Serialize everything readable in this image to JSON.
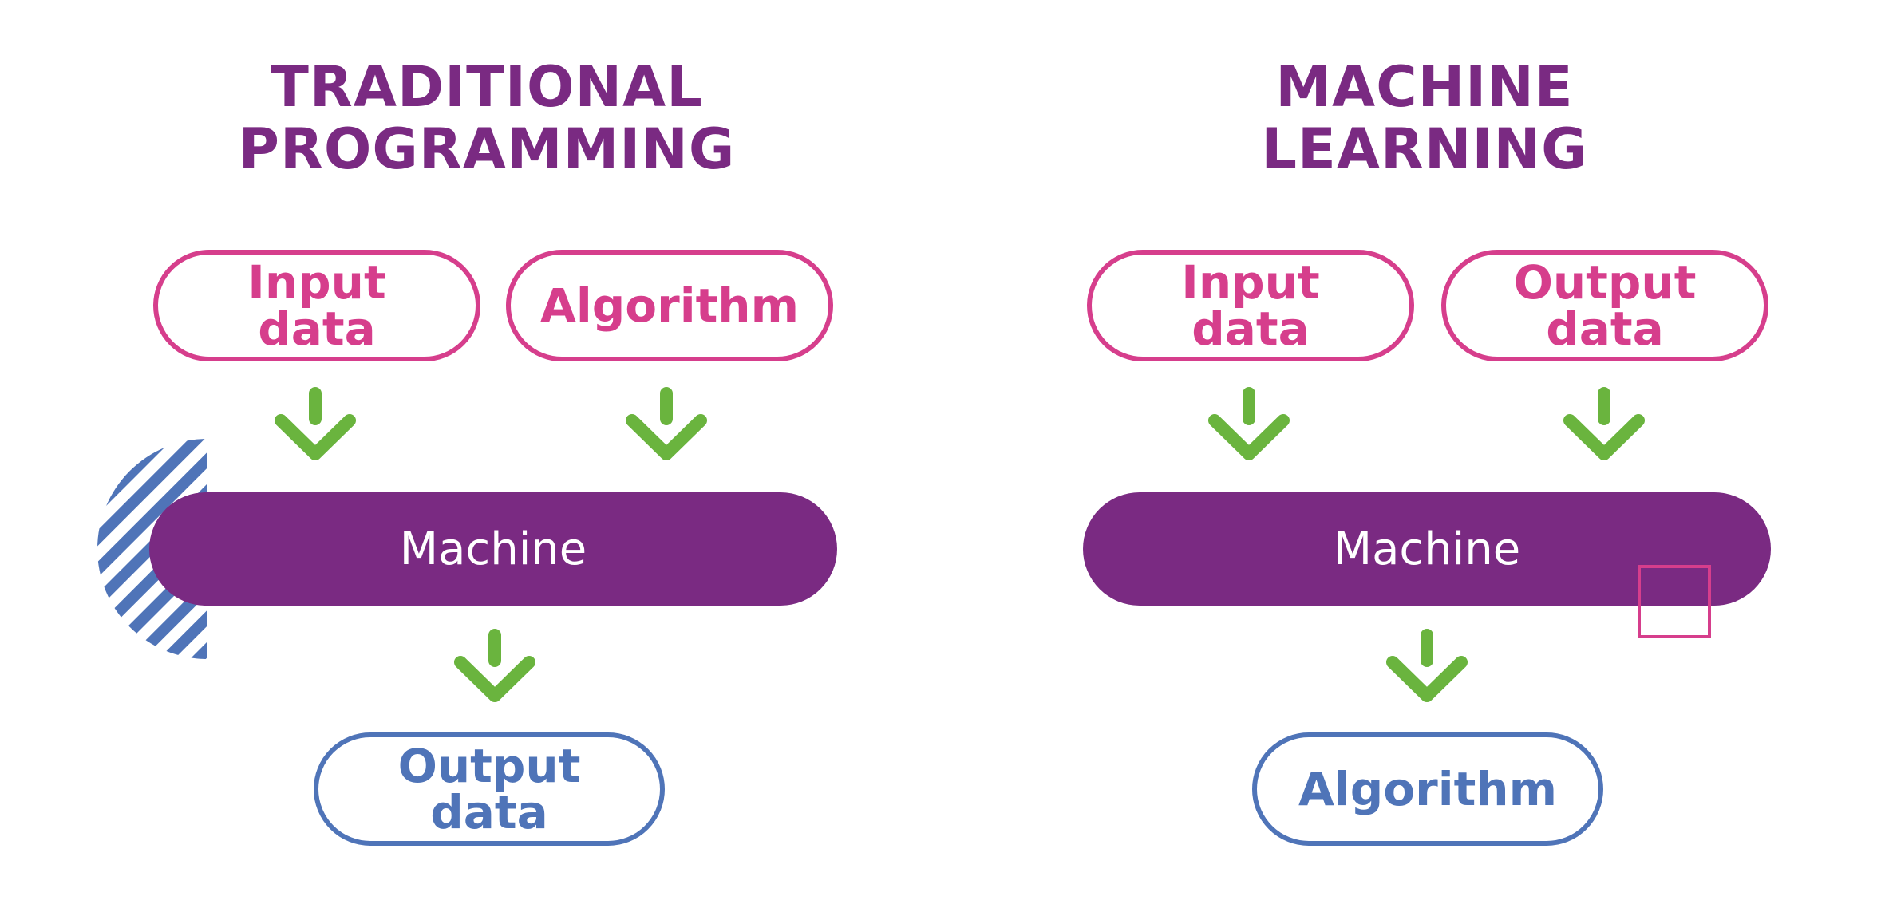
{
  "colors": {
    "title": "#7a2a82",
    "pink": "#d63e8c",
    "blue": "#4f74b8",
    "purple": "#7a2a82",
    "green": "#6ab43e"
  },
  "traditional": {
    "title": "TRADITIONAL\nPROGRAMMING",
    "input_left": "Input\ndata",
    "input_right": "Algorithm",
    "machine": "Machine",
    "output": "Output\ndata"
  },
  "ml": {
    "title": "MACHINE\nLEARNING",
    "input_left": "Input\ndata",
    "input_right": "Output\ndata",
    "machine": "Machine",
    "output": "Algorithm"
  }
}
